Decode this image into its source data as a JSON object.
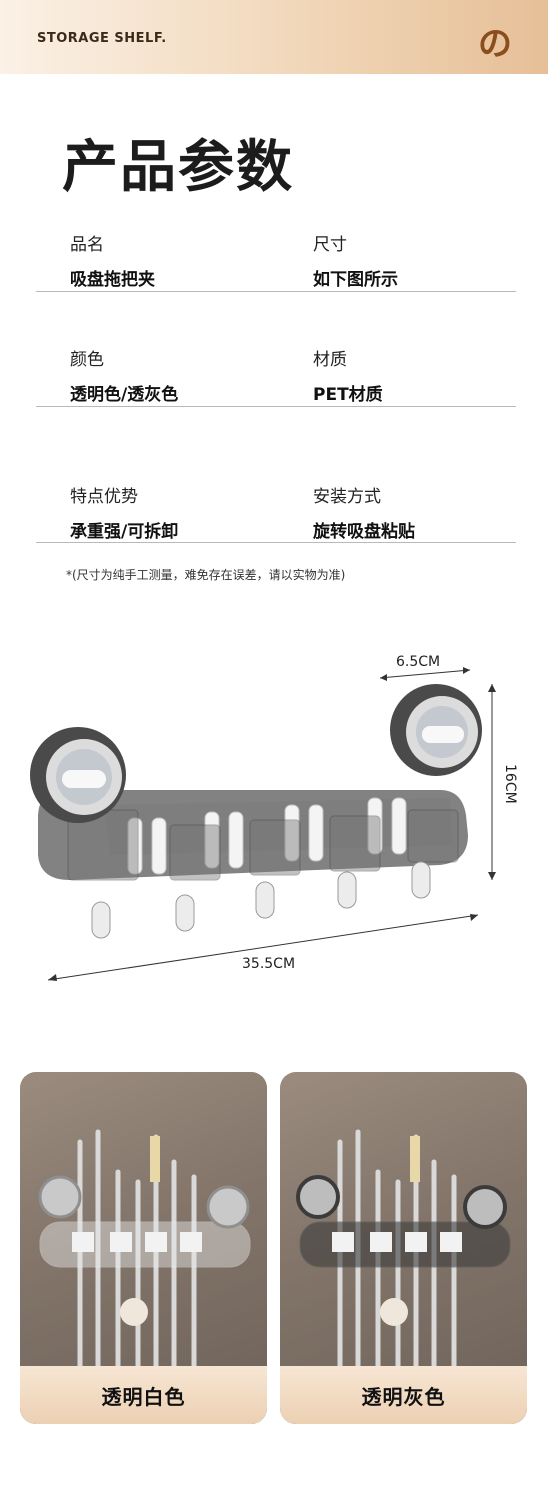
{
  "header": {
    "brand": "STORAGE SHELF.",
    "logo_glyph": "の",
    "accent": "#e6bf97"
  },
  "section_title": "产品参数",
  "params": [
    {
      "label": "品名",
      "value": "吸盘拖把夹"
    },
    {
      "label": "尺寸",
      "value": "如下图所示"
    },
    {
      "label": "颜色",
      "value": "透明色/透灰色"
    },
    {
      "label": "材质",
      "value": "PET材质"
    },
    {
      "label": "特点优势",
      "value": "承重强/可拆卸"
    },
    {
      "label": "安装方式",
      "value": "旋转吸盘粘贴"
    }
  ],
  "note": "*(尺寸为纯手工测量，难免存在误差，请以实物为准)",
  "dimensions": {
    "suction_width": "6.5CM",
    "height": "16CM",
    "length": "35.5CM"
  },
  "variants": [
    {
      "caption": "透明白色"
    },
    {
      "caption": "透明灰色"
    }
  ]
}
